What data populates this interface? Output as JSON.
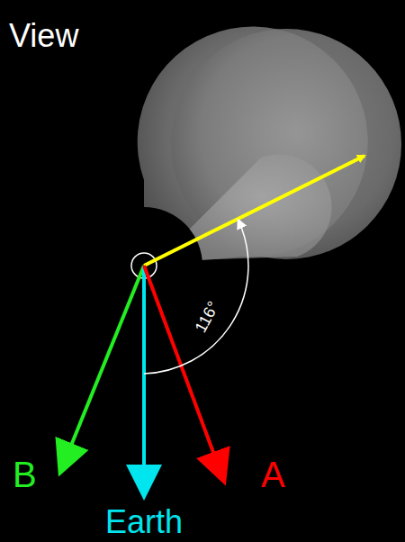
{
  "diagram": {
    "title": "View",
    "labels": [
      "B",
      "Earth",
      "A",
      "116°"
    ]
  }
}
